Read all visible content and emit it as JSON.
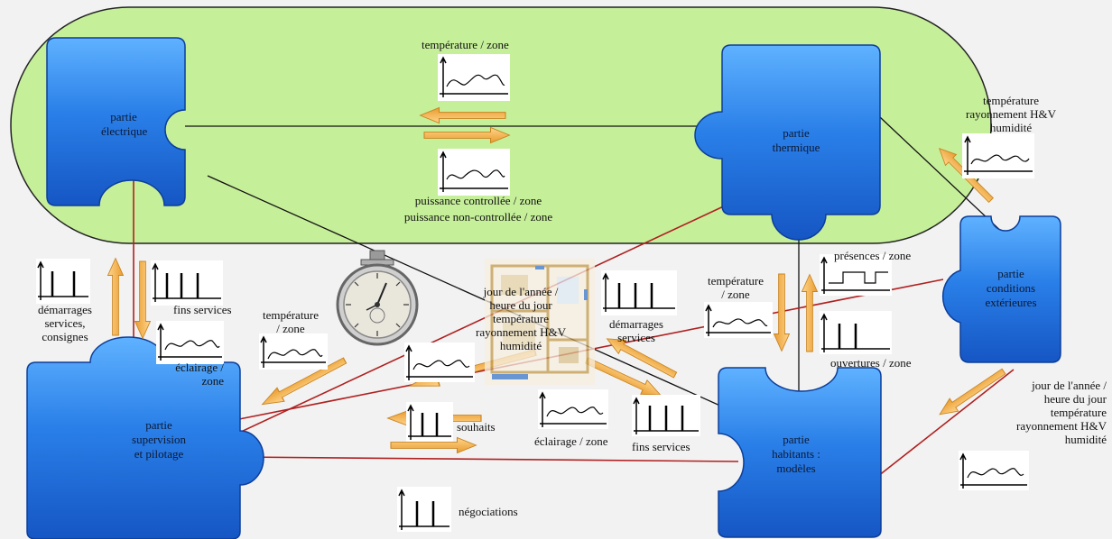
{
  "parts": {
    "electrique": "partie\nélectrique",
    "thermique": "partie\nthermique",
    "conditions": "partie\nconditions\nextérieures",
    "supervision": "partie\nsupervision\net pilotage",
    "habitants": "partie\nhabitants :\nmodèles"
  },
  "labels": {
    "temp_zone_top": "température / zone",
    "puissance": "puissance controllée / zone\npuissance non-controllée / zone",
    "temp_ray_hum_right": "température\nrayonnement H&V\nhumidité",
    "demarrages_left": "démarrages\nservices,\nconsignes",
    "fins_services_left": "fins services",
    "eclairage_left": "éclairage /\nzone",
    "temp_zone_mid": "température\n/ zone",
    "center_block": "jour de l'année /\nheure du jour\ntempérature\nrayonnement H&V\nhumidité",
    "demarrages_center": "démarrages\nservices",
    "temp_zone_right": "température\n/ zone",
    "presences": "présences / zone",
    "ouvertures": "ouvertures / zone",
    "souhaits": "souhaits",
    "eclairage_center": "éclairage / zone",
    "fins_services_center": "fins services",
    "negociations": "négociations",
    "jour_right": "jour de l'année /\nheure du jour\ntempérature\nrayonnement H&V\nhumidité"
  },
  "icons": {
    "stopwatch": "stopwatch-icon",
    "floorplan": "floor-plan-image"
  },
  "colors": {
    "puzzle_blue": "#1f6fe0",
    "oval_green": "#c6ef9a",
    "arrow_orange": "#f4b04a",
    "red_line": "#b02020"
  }
}
